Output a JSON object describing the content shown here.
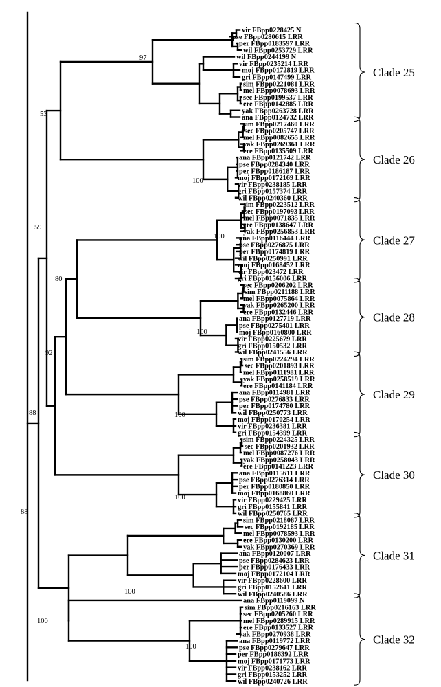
{
  "tree": {
    "clades": [
      {
        "label": "Clade 25",
        "leaves": [
          "vir FBpp0228425 N",
          "pse FBpp0280615 LRR",
          "per FBpp0183597 LRR",
          "wil FBpp0253729 LRR",
          "wil FBpp0244199 N",
          "vir FBpp0235214 LRR",
          "moj FBpp0172819 LRR",
          "gri FBpp0147499 LRR",
          "sim FBpp0221081 LRR",
          "mel FBpp0078693 LRR",
          "sec FBpp0199537 LRR",
          "ere FBpp0142885 LRR",
          "yak FBpp0263728 LRR",
          "ana FBpp0124732 LRR"
        ]
      },
      {
        "label": "Clade 26",
        "leaves": [
          "sim FBpp0217460 LRR",
          "sec FBpp0205747 LRR",
          "mel FBpp0082655 LRR",
          "yak FBpp0269361 LRR",
          "ere FBpp0135509 LRR",
          "ana FBpp0121742 LRR",
          "pse FBpp0284340 LRR",
          "per FBpp0186187 LRR",
          "moj FBpp0172169 LRR",
          "vir FBpp0238185 LRR",
          "gri FBpp0157374 LRR",
          "wil FBpp0240360 LRR"
        ]
      },
      {
        "label": "Clade 27",
        "leaves": [
          "sim FBpp0223512 LRR",
          "sec FBpp0197093 LRR",
          "mel FBpp0071835 LRR",
          "ere FBpp0138647 LRR",
          "yak FBpp0256853 LRR",
          "ana FBpp0116444 LRR",
          "pse FBpp0276875 LRR",
          "per FBpp0174819 LRR",
          "wil FBpp0250991 LRR",
          "moj FBpp0168452 LRR",
          "vir FBpp023472 LRR",
          "gri FBpp0156006 LRR"
        ]
      },
      {
        "label": "Clade 28",
        "leaves": [
          "sec FBpp0206202 LRR",
          "sim FBpp0211188 LRR",
          "mel FBpp0075864 LRR",
          "yak FBpp0265200 LRR",
          "ere FBpp0132446 LRR",
          "ana FBpp0127719 LRR",
          "pse FBpp0275401 LRR",
          "moj FBpp0160800 LRR",
          "vir FBpp0225679 LRR",
          "gri FBpp0150532 LRR",
          "wil FBpp0241556 LRR"
        ]
      },
      {
        "label": "Clade 29",
        "leaves": [
          "sim FBpp0224294 LRR",
          "sec FBpp0201893 LRR",
          "mel FBpp0111981 LRR",
          "yak FBpp0258519 LRR",
          "ere FBpp0141184 LRR",
          "ana FBpp0114981 LRR",
          "pse FBpp0276833 LRR",
          "per FBpp0174780 LRR",
          "wil FBpp0250773 LRR",
          "moj FBpp0170254 LRR",
          "vir FBpp0236381 LRR",
          "gri FBpp0154399 LRR"
        ]
      },
      {
        "label": "Clade 30",
        "leaves": [
          "sim FBpp0224325 LRR",
          "sec FBpp0201932 LRR",
          "mel FBpp0087276 LRR",
          "yak FBpp0258043 LRR",
          "ere FBpp0141223 LRR",
          "ana FBpp0115611 LRR",
          "pse FBpp0276314 LRR",
          "per FBpp0180850 LRR",
          "moj FBpp0168860 LRR",
          "vir FBpp0229425 LRR",
          "gri FBpp0155841 LRR",
          "wil FBpp0250765 LRR"
        ]
      },
      {
        "label": "Clade 31",
        "leaves": [
          "sim FBpp0218087 LRR",
          "sec FBpp0192185 LRR",
          "mel FBpp0078593 LRR",
          "ere FBpp0130200 LRR",
          "yak FBpp0270369 LRR",
          "ana FBpp0120007 LRR",
          "pse FBpp0284623 LRR",
          "per FBpp0176433 LRR",
          "moj FBpp0172104 LRR",
          "vir FBpp0228600 LRR",
          "gri FBpp0152641 LRR",
          "wil FBpp0240586 LRR"
        ]
      },
      {
        "label": "Clade 32",
        "leaves": [
          "ana FBpp0119099 N",
          "sim FBpp0216163 LRR",
          "sec FBpp0205260 LRR",
          "mel FBpp0289915 LRR",
          "ere FBpp0133527 LRR",
          "yak FBpp0270938 LRR",
          "ana FBpp0119772 LRR",
          "pse FBpp0279647 LRR",
          "per FBpp0186392 LRR",
          "moj FBpp0171773 LRR",
          "vir FBpp0238162 LRR",
          "gri FBpp0153252 LRR",
          "wil FBpp0240726 LRR"
        ]
      }
    ],
    "support_values": {
      "c25": "97",
      "root_upper": "53",
      "c26": "100",
      "n59": "59",
      "c27": "100",
      "n80": "80",
      "c28": "100",
      "n92": "92",
      "c29": "100",
      "c30": "100",
      "n88a": "88",
      "n88b": "88",
      "c31": "100",
      "c32": "100",
      "n100": "100"
    }
  }
}
